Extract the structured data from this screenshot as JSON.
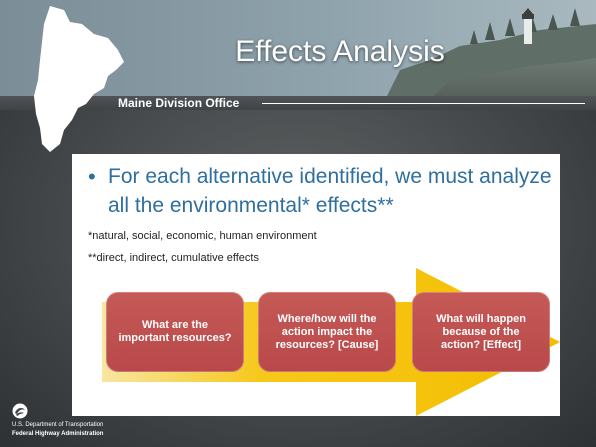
{
  "slide": {
    "title": "Effects Analysis",
    "division": "Maine Division Office"
  },
  "content": {
    "bullet": "For each alternative identified, we must analyze all the environmental* effects**",
    "footnote_1": "*natural, social, economic, human environment",
    "footnote_2": "**direct, indirect, cumulative effects"
  },
  "process": {
    "steps": [
      "What are the important resources?",
      "Where/how will the action impact the resources? [Cause]",
      "What will happen because of the action? [Effect]"
    ]
  },
  "footer": {
    "agency_line_1": "U.S. Department of Transportation",
    "agency_line_2": "Federal Highway Administration"
  },
  "colors": {
    "background": "#44484a",
    "bullet_text": "#2f6f9f",
    "arrow": "#f5c200",
    "step_box": "#bf504d"
  },
  "icons": {
    "state_outline": "maine-state-outline",
    "agency_logo": "usdot-logo-icon"
  }
}
